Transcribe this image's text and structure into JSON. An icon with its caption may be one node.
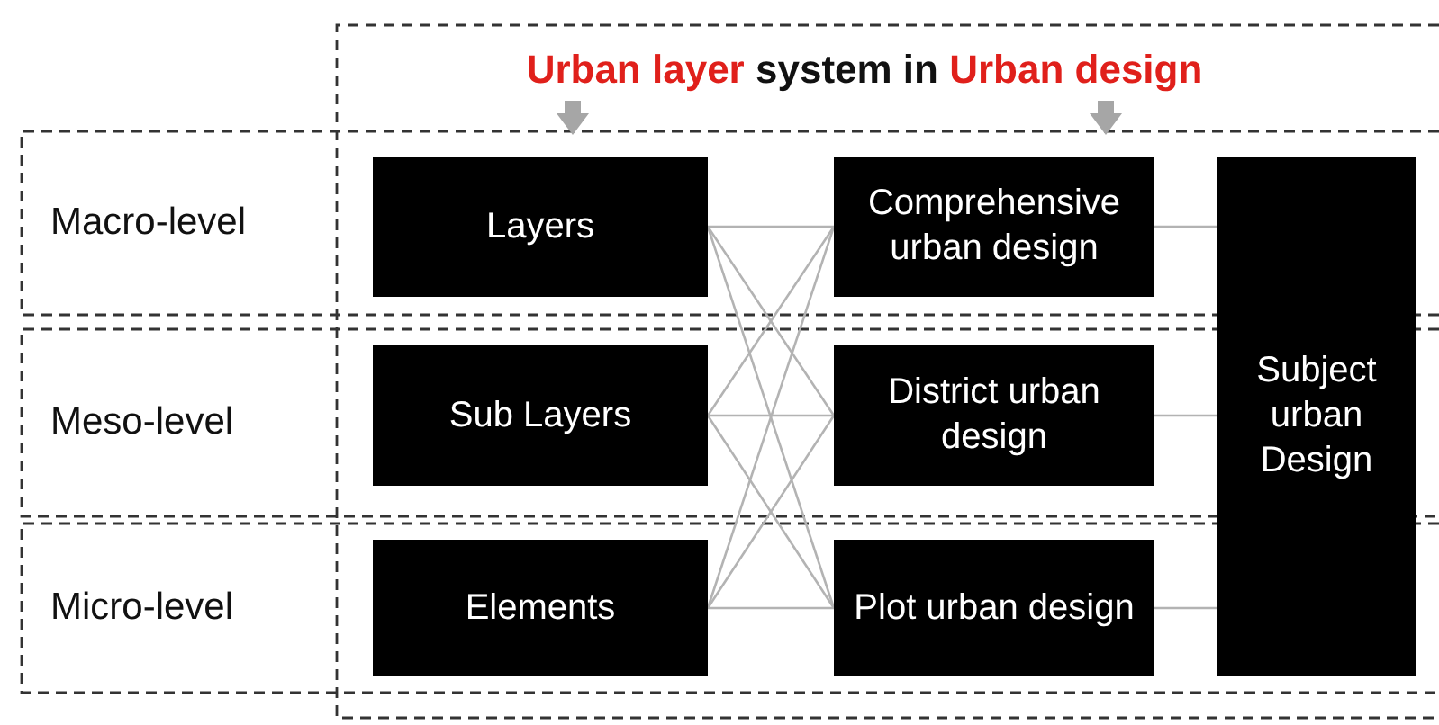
{
  "diagram": {
    "nodes": [
      {
        "text": [
          "**Urban layer** system in **Urban design**"
        ]
      },
      {
        "text": [
          "Macro-level"
        ]
      },
      {
        "text": [
          "Layers"
        ]
      },
      {
        "text": [
          "Comprehensive urban design"
        ]
      },
      {
        "text": [
          "Subject urban Design"
        ]
      },
      {
        "text": [
          "Meso-level"
        ]
      },
      {
        "text": [
          "Sub Layers"
        ]
      },
      {
        "text": [
          "District urban design"
        ]
      },
      {
        "text": [
          "Micro-level"
        ]
      },
      {
        "text": [
          "Elements"
        ]
      },
      {
        "text": [
          "Plot urban design"
        ]
      }
    ],
    "edges": [
      {
        "from": 0,
        "to": null,
        "arrow": "to",
        "style": "thick",
        "color": "#a6a6a6"
      },
      {
        "from": 0,
        "to": null,
        "arrow": "to",
        "style": "thick",
        "color": "#a6a6a6"
      },
      {
        "from": 2,
        "to": 3,
        "arrow": "none"
      },
      {
        "from": 2,
        "to": 7,
        "arrow": "none"
      },
      {
        "from": 2,
        "to": 10,
        "arrow": "none"
      },
      {
        "from": 6,
        "to": 3,
        "arrow": "none"
      },
      {
        "from": 6,
        "to": 7,
        "arrow": "none"
      },
      {
        "from": 6,
        "to": 10,
        "arrow": "none"
      },
      {
        "from": 9,
        "to": 3,
        "arrow": "none"
      },
      {
        "from": 9,
        "to": 7,
        "arrow": "none"
      },
      {
        "from": 9,
        "to": 10,
        "arrow": "none"
      },
      {
        "from": 3,
        "to": 4,
        "arrow": "none"
      },
      {
        "from": 7,
        "to": 4,
        "arrow": "none"
      },
      {
        "from": 10,
        "to": 4,
        "arrow": "none"
      }
    ]
  }
}
